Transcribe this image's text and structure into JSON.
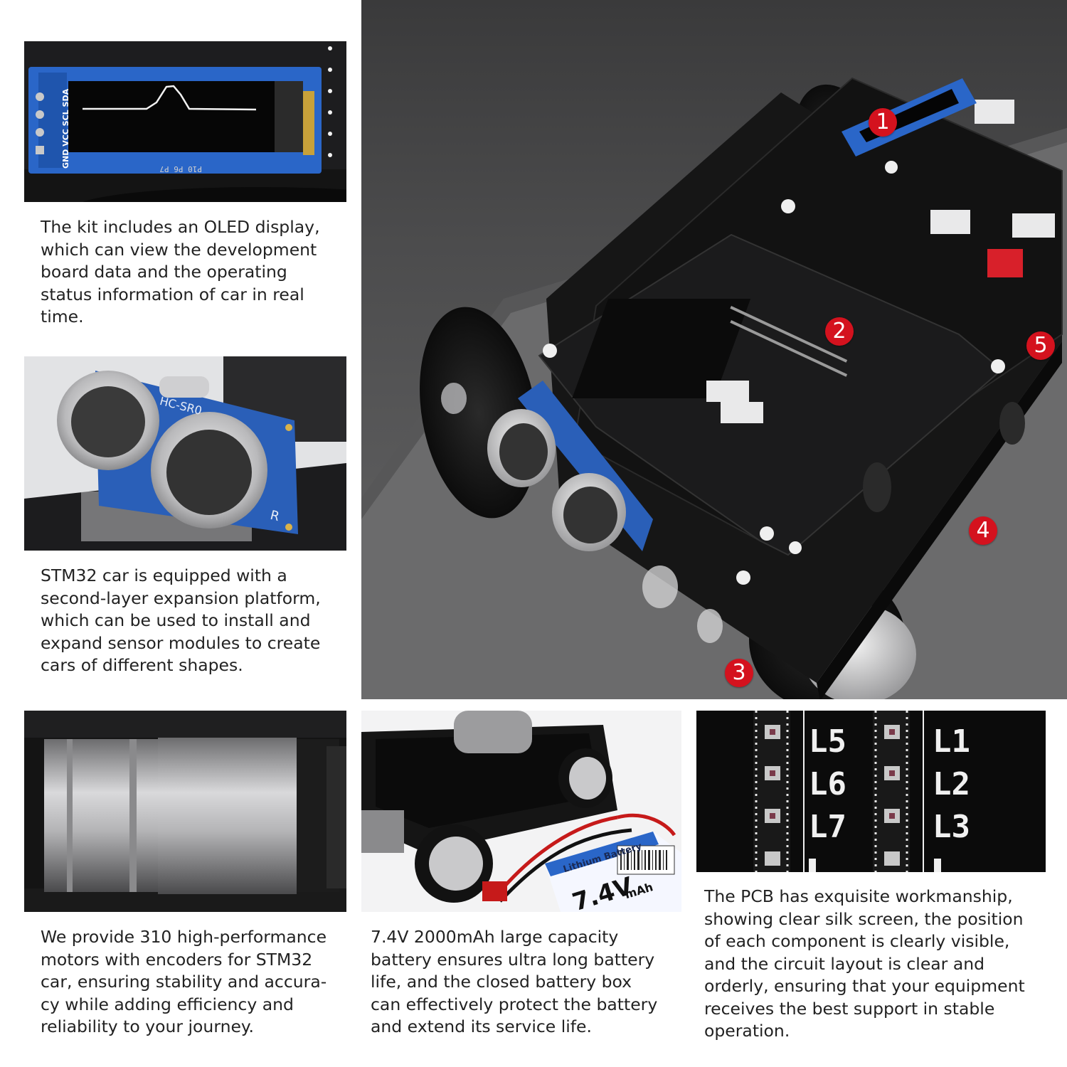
{
  "panels": {
    "oled": {
      "caption_lines": [
        "The kit includes an OLED display,",
        "which can view the development",
        "board data and the operating",
        "status information of car in real",
        "time."
      ],
      "pin_labels": [
        "GND",
        "VCC",
        "SCL",
        "SDA"
      ]
    },
    "ultrasonic": {
      "caption_lines": [
        "STM32 car is equipped with a",
        "second-layer expansion platform,",
        "which can be used to install and",
        "expand sensor modules to create",
        "cars of different shapes."
      ],
      "module_label": "HC-SR0",
      "side_label": "R"
    },
    "main_car": {
      "badges": [
        "1",
        "2",
        "3",
        "4",
        "5"
      ]
    },
    "motor": {
      "caption_lines": [
        "We provide 310 high-performance",
        "motors with encoders for STM32",
        "car, ensuring stability and accura-",
        "cy while adding efficiency and",
        "reliability to your journey."
      ]
    },
    "battery": {
      "caption_lines": [
        "7.4V 2000mAh large capacity",
        "battery ensures ultra long battery",
        "life, and the closed battery box",
        "can effectively protect the battery",
        "and extend its service life."
      ],
      "battery_label": "Lithium Battery",
      "voltage": "7.4V",
      "capacity_fragment": "mAh"
    },
    "pcb": {
      "caption_lines": [
        "The PCB has exquisite workmanship,",
        "showing clear silk screen, the position",
        "of each component is clearly visible,",
        "and the circuit layout is clear and",
        "orderly, ensuring that your equipment",
        "receives the best support in stable",
        "operation."
      ],
      "left_labels": [
        "L5",
        "L6",
        "L7"
      ],
      "right_labels": [
        "L1",
        "L2",
        "L3"
      ]
    }
  },
  "colors": {
    "badge": "#d4121e",
    "board_blue": "#2a66c8",
    "pcb_black": "#151515"
  }
}
